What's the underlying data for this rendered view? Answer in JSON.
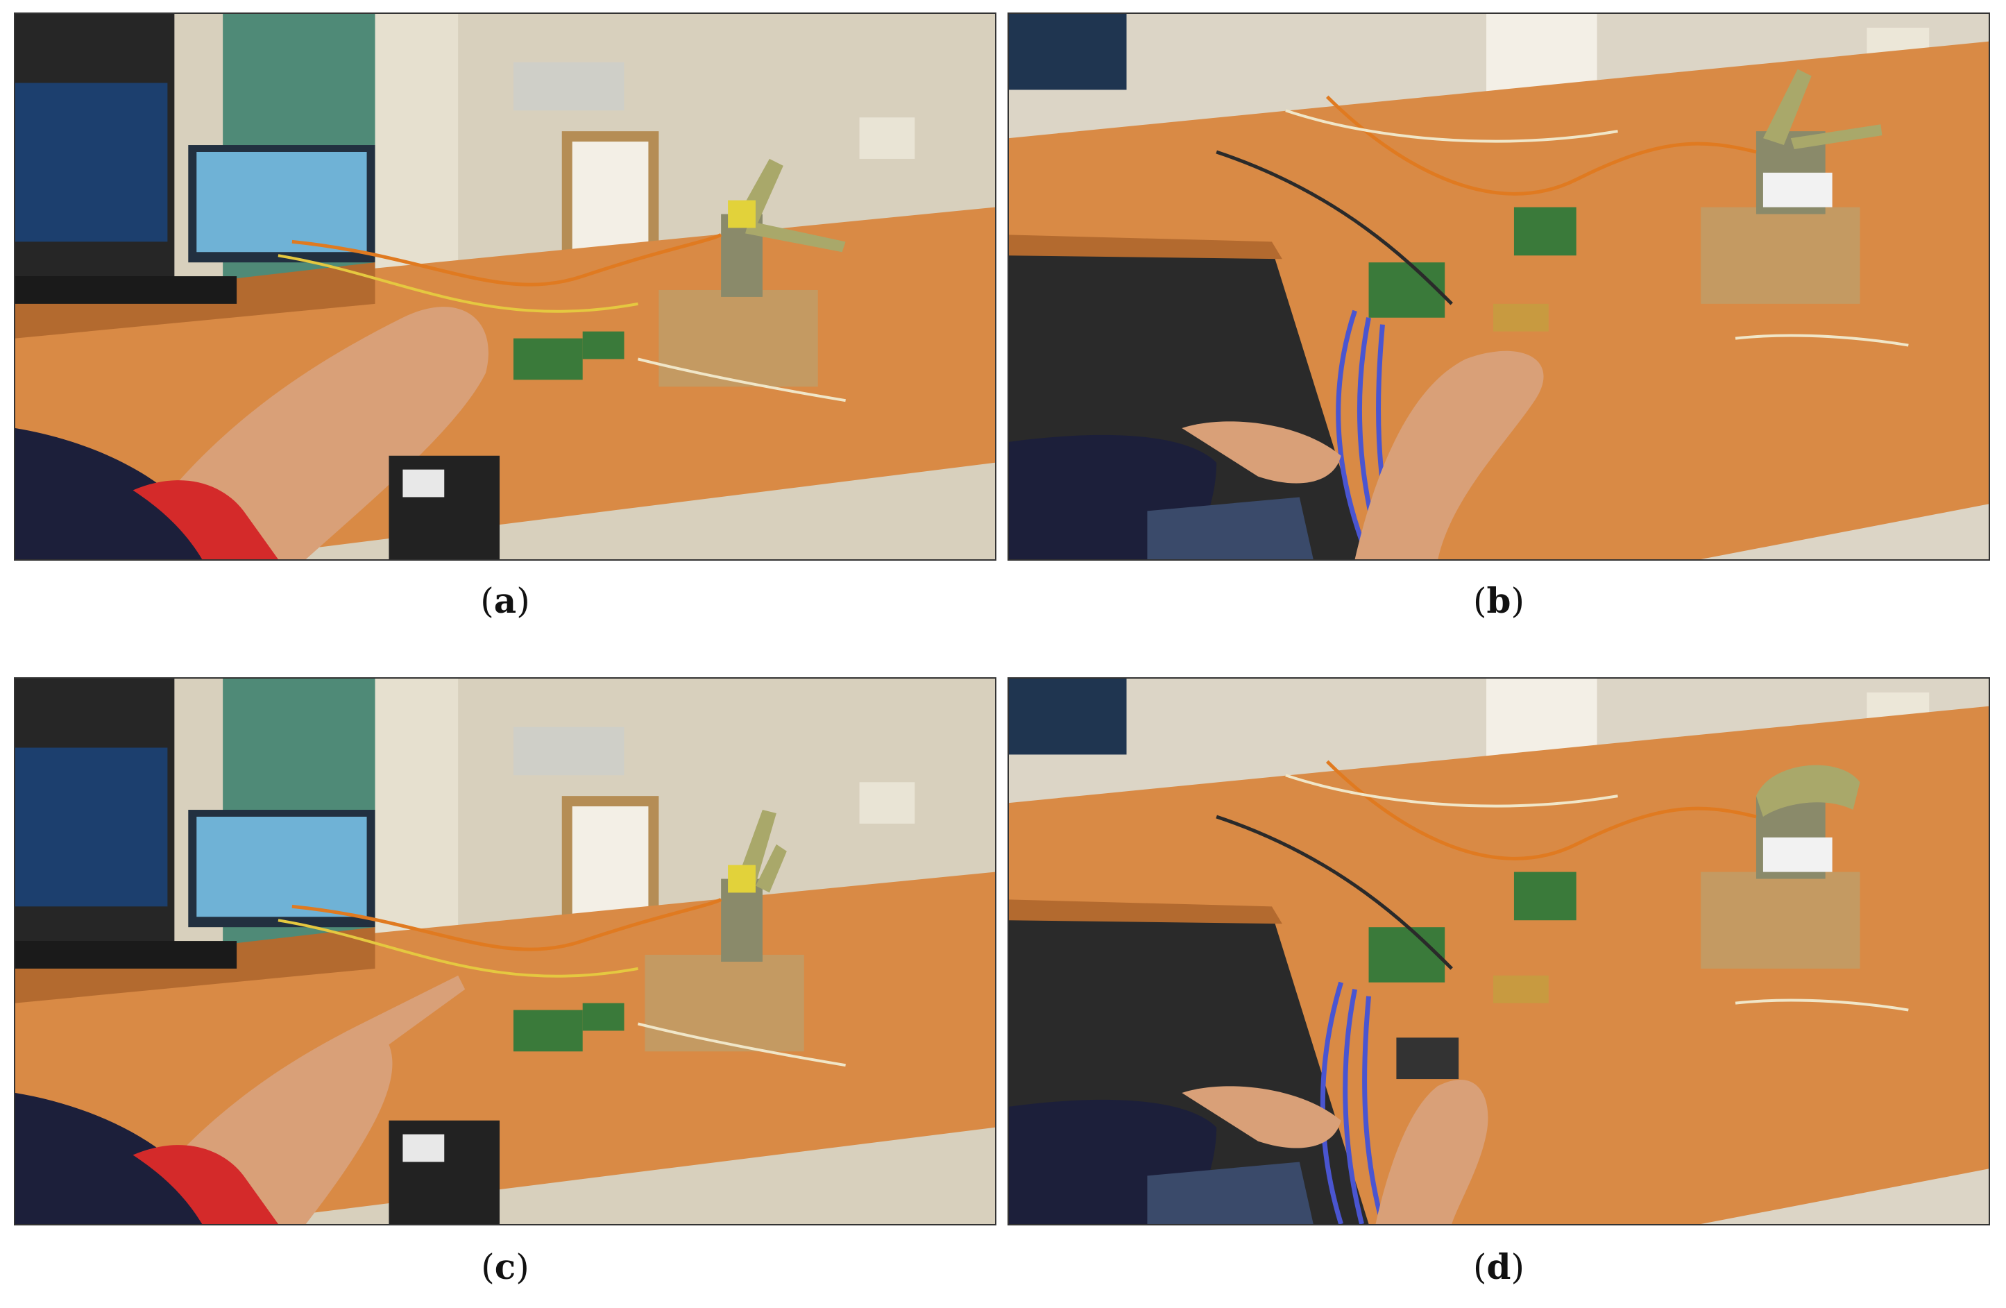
{
  "figure": {
    "panels": [
      {
        "id": "a",
        "caption_letter": "a",
        "scene": "front-view",
        "gesture": "open-hand"
      },
      {
        "id": "b",
        "caption_letter": "b",
        "scene": "top-view",
        "gesture": "open-hand-on-sensor"
      },
      {
        "id": "c",
        "caption_letter": "c",
        "scene": "front-view",
        "gesture": "index-pointing"
      },
      {
        "id": "d",
        "caption_letter": "d",
        "scene": "top-view",
        "gesture": "fist-on-sensor"
      }
    ]
  },
  "colors": {
    "desk": "#d98a45",
    "wall": "#d9d2c0",
    "skin": "#d9a078",
    "sleeve": "#1c1f3a",
    "cuff": "#d42a2a",
    "box": "#c49a62",
    "robot_hand": "#a9a86a",
    "wire_blue": "#4a55d0",
    "pcb": "#3a7a3a"
  }
}
